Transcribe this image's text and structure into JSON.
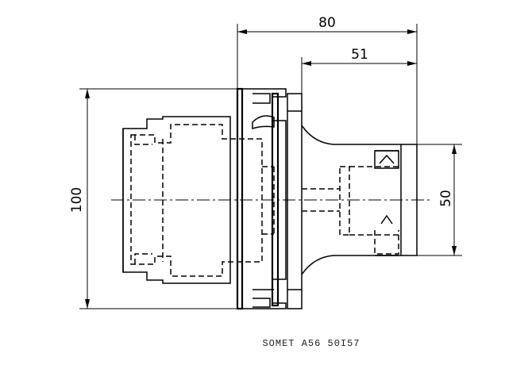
{
  "drawing": {
    "dimensions": {
      "overall_length": "80",
      "shank_length": "51",
      "flange_diameter": "100",
      "shank_diameter": "50"
    },
    "caption": "SOMET A56 50I57"
  }
}
